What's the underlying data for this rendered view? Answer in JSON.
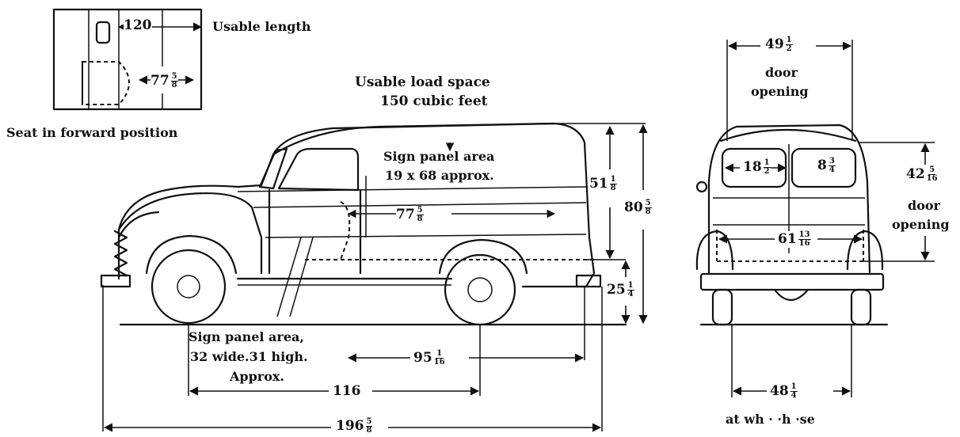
{
  "inset": {
    "dim_length": "120",
    "title": "Usable length",
    "dim_width_whole": "77",
    "dim_width_num": "5",
    "dim_width_den": "8",
    "caption": "Seat in forward position"
  },
  "side_view": {
    "load_title": "Usable load space",
    "load_volume": "150 cubic feet",
    "sign_upper_line1": "Sign panel area",
    "sign_upper_line2": "19 x 68 approx.",
    "sign_lower_line1": "Sign panel area,",
    "sign_lower_line2": "32 wide.31 high.",
    "sign_lower_line3": "Approx.",
    "interior_len_whole": "77",
    "interior_len_num": "5",
    "interior_len_den": "8",
    "height_inner_whole": "51",
    "height_inner_num": "1",
    "height_inner_den": "8",
    "height_overall_whole": "80",
    "height_overall_num": "5",
    "height_overall_den": "8",
    "floor_height_whole": "25",
    "floor_height_num": "1",
    "floor_height_den": "4",
    "floor_len_whole": "95",
    "floor_len_num": "1",
    "floor_len_den": "16",
    "wheelbase": "116",
    "overall_len_whole": "196",
    "overall_len_num": "5",
    "overall_len_den": "8"
  },
  "rear_view": {
    "door_width_whole": "49",
    "door_width_num": "1",
    "door_width_den": "2",
    "door_label_line1": "door",
    "door_label_line2": "opening",
    "window_left_whole": "18",
    "window_left_num": "1",
    "window_left_den": "2",
    "window_right_whole": "8",
    "window_right_num": "3",
    "window_right_den": "4",
    "door_height_whole": "42",
    "door_height_num": "5",
    "door_height_den": "16",
    "door_height_label_line1": "door",
    "door_height_label_line2": "opening",
    "floor_width_whole": "61",
    "floor_width_num": "13",
    "floor_width_den": "16",
    "between_whole": "48",
    "between_num": "1",
    "between_den": "4",
    "bottom_caption": "at wh · ·h ·se"
  }
}
